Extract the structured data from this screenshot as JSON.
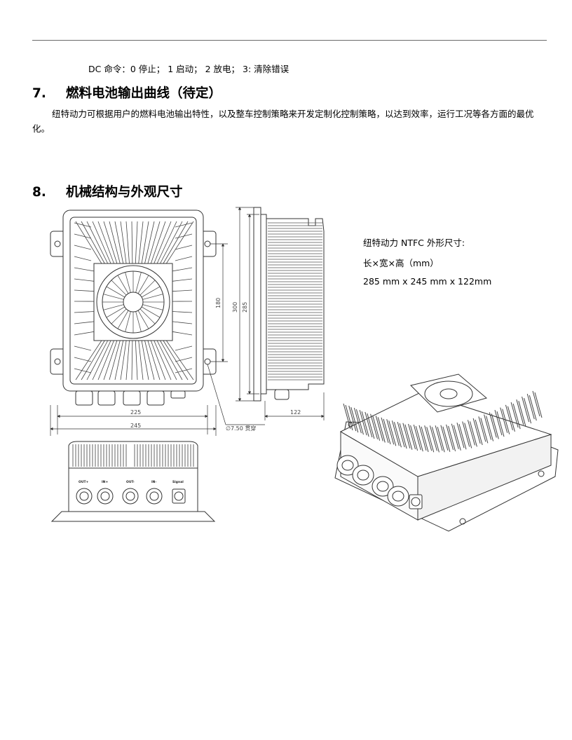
{
  "dc_command_line": "DC 命令：0 停止； 1 启动； 2 放电； 3: 清除错误",
  "section7": {
    "number": "7.",
    "title": "燃料电池输出曲线（待定）",
    "paragraph": "纽特动力可根据用户的燃料电池输出特性，以及整车控制策略来开发定制化控制策略，以达到效率，运行工况等各方面的最优化。"
  },
  "section8": {
    "number": "8.",
    "title": "机械结构与外观尺寸"
  },
  "spec": {
    "line1": "纽特动力 NTFC  外形尺寸:",
    "line2": "长×宽×高（mm）",
    "line3": "285 mm x 245 mm x 122mm"
  },
  "drawing": {
    "dim_180": "180",
    "dim_300": "300",
    "dim_285": "285",
    "dim_225": "225",
    "dim_245": "245",
    "dim_122": "122",
    "hole_note": "∅7.50 贯穿",
    "connector_labels": [
      "OUT+",
      "IN+",
      "OUT-",
      "IN-",
      "Signal"
    ]
  }
}
